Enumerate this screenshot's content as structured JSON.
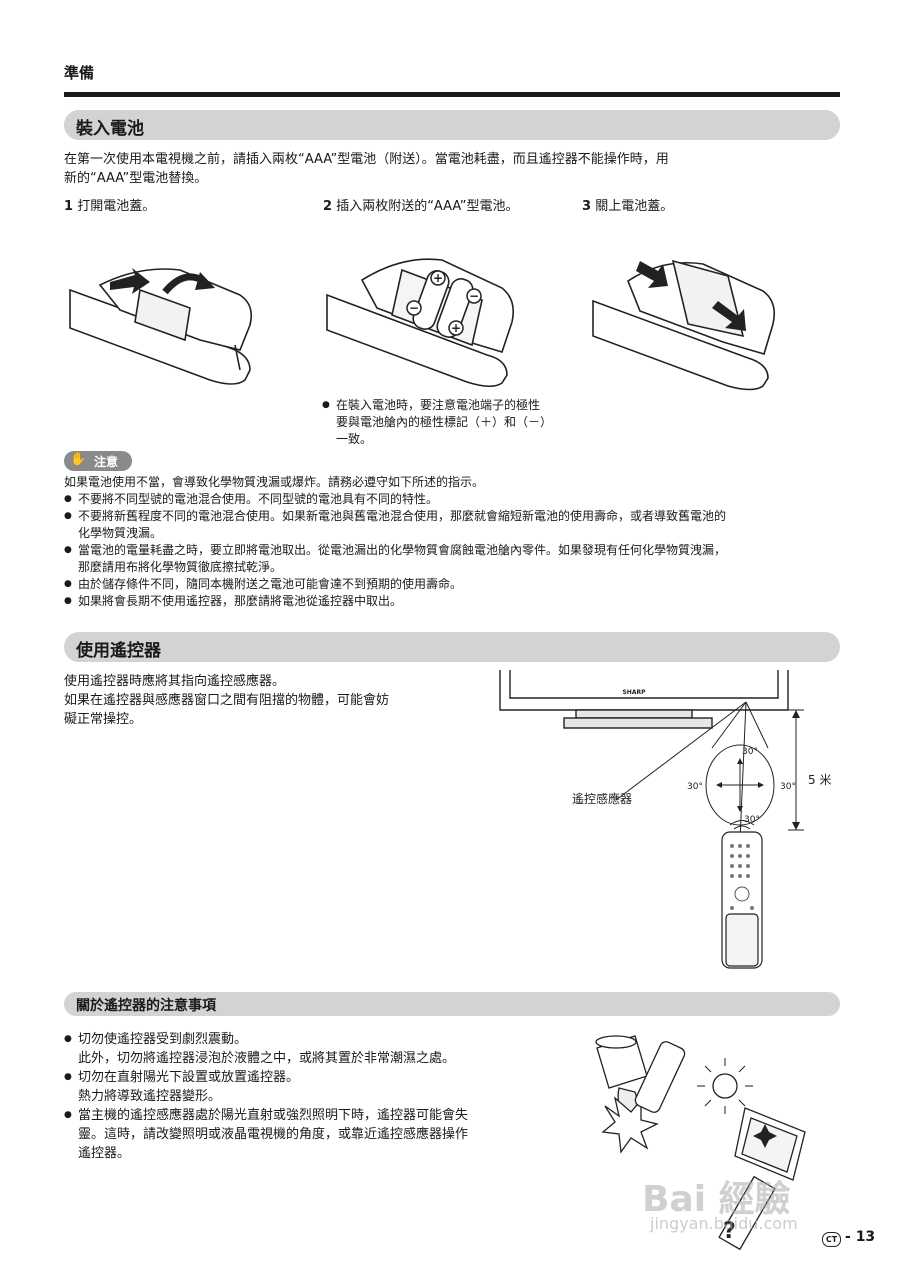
{
  "header": {
    "section": "準備"
  },
  "battery": {
    "title": "裝入電池",
    "intro_1": "在第一次使用本電視機之前，請插入兩枚“AAA”型電池（附送）。當電池耗盡，而且遙控器不能操作時，用",
    "intro_2": "新的“AAA”型電池替換。",
    "step1_num": "1",
    "step1": "打開電池蓋。",
    "step2_num": "2",
    "step2": "插入兩枚附送的“AAA”型電池。",
    "step3_num": "3",
    "step3": "關上電池蓋。",
    "polarity_1": "在裝入電池時，要注意電池端子的極性",
    "polarity_2": "要與電池艙內的極性標記（＋）和（－）",
    "polarity_3": "一致。",
    "plus": "+",
    "minus": "−"
  },
  "caution": {
    "label": "注意",
    "lead": "如果電池使用不當，會導致化學物質洩漏或爆炸。請務必遵守如下所述的指示。",
    "items": [
      [
        "不要將不同型號的電池混合使用。不同型號的電池具有不同的特性。"
      ],
      [
        "不要將新舊程度不同的電池混合使用。如果新電池與舊電池混合使用，那麼就會縮短新電池的使用壽命，或者導致舊電池的",
        "化學物質洩漏。"
      ],
      [
        "當電池的電量耗盡之時，要立即將電池取出。從電池漏出的化學物質會腐蝕電池艙內零件。如果發現有任何化學物質洩漏，",
        "那麼請用布將化學物質徹底擦拭乾淨。"
      ],
      [
        "由於儲存條件不同，隨同本機附送之電池可能會達不到預期的使用壽命。"
      ],
      [
        "如果將會長期不使用遙控器，那麼請將電池從遙控器中取出。"
      ]
    ]
  },
  "remote": {
    "title": "使用遙控器",
    "line1": "使用遙控器時應將其指向遙控感應器。",
    "line2": "如果在遙控器與感應器窗口之間有阻擋的物體，可能會妨",
    "line3": "礙正常操控。",
    "sensor_label": "遙控感應器",
    "distance": "5 米",
    "angle_top": "30°",
    "angle_left": "30°",
    "angle_right": "30°",
    "angle_bottom": "30°",
    "brand": "SHARP"
  },
  "precautions": {
    "title": "關於遙控器的注意事項",
    "items": [
      [
        "切勿使遙控器受到劇烈震動。",
        "此外，切勿將遙控器浸泡於液體之中，或將其置於非常潮濕之處。"
      ],
      [
        "切勿在直射陽光下設置或放置遙控器。",
        "熱力將導致遙控器變形。"
      ],
      [
        "當主機的遙控感應器處於陽光直射或強烈照明下時，遙控器可能會失",
        "靈。這時，請改變照明或液晶電視機的角度，或靠近遙控感應器操作",
        "遙控器。"
      ]
    ]
  },
  "footer": {
    "lang": "CT",
    "page": "13"
  },
  "watermark": {
    "brand": "Bai 經驗",
    "url": "jingyan.baidu.com"
  }
}
